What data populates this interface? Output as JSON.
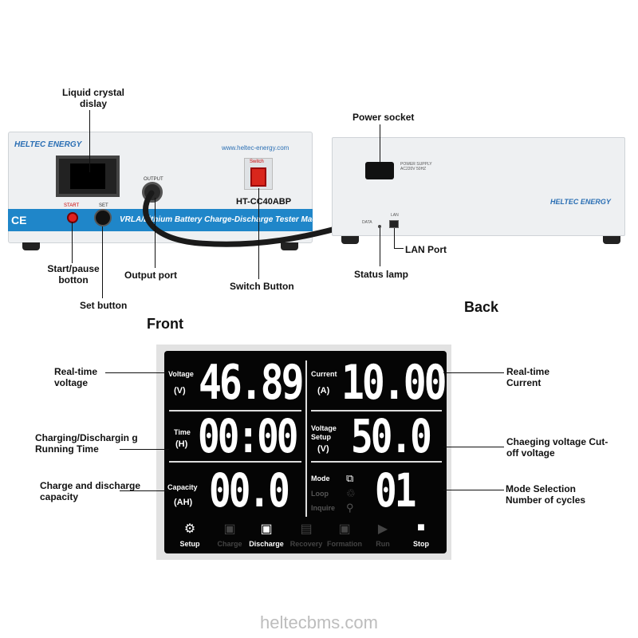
{
  "headings": {
    "front": "Front",
    "back": "Back"
  },
  "front_device": {
    "logo": "HELTEC ENERGY",
    "url": "www.heltec-energy.com",
    "output_label": "OUTPUT",
    "switch_label": "Switch",
    "model": "HT-CC40ABP",
    "start_label": "START",
    "set_label": "SET",
    "ce_mark": "CE",
    "band_text": "VRLA/Lithium Battery Charge-Discharge Tester Machine"
  },
  "back_device": {
    "socket_text": "POWER SUPPLY AC220V 50HZ",
    "logo": "HELTEC ENERGY",
    "data_label": "DATA",
    "lan_label": "LAN"
  },
  "front_callouts": {
    "lcd": "Liquid crystal dislay",
    "start_pause": "Start/pause botton",
    "output_port": "Output port",
    "set_button": "Set button",
    "switch_button": "Switch Button"
  },
  "back_callouts": {
    "power_socket": "Power socket",
    "lan_port": "LAN Port",
    "status_lamp": "Status lamp"
  },
  "panel_callouts": {
    "voltage": "Real-time voltage",
    "time": "Charging/Dischargin g Running Time",
    "capacity": "Charge and discharge capacity",
    "current": "Real-time Current",
    "cutoff": "Chaeging voltage Cut-off voltage",
    "mode": "Mode Selection Number of cycles"
  },
  "panel": {
    "voltage": {
      "label": "Voltage",
      "unit": "(V)",
      "value": "46.89"
    },
    "current": {
      "label": "Current",
      "unit": "(A)",
      "value": "10.00"
    },
    "time": {
      "label": "Time",
      "unit": "(H)",
      "value": "00:00"
    },
    "voltage_setup": {
      "label": "Voltage Setup",
      "unit": "(V)",
      "value": "50.0"
    },
    "capacity": {
      "label": "Capacity",
      "unit": "(AH)",
      "value": "00.0"
    },
    "mode": {
      "label": "Mode",
      "loop": "Loop",
      "inquire": "Inquire",
      "value": "01"
    },
    "bar": {
      "setup": "Setup",
      "charge": "Charge",
      "discharge": "Discharge",
      "recovery": "Recovery",
      "formation": "Formation",
      "run": "Run",
      "stop": "Stop"
    }
  },
  "footer": "heltecbms.com",
  "colors": {
    "brand_blue": "#1f86c9",
    "lcd_bg": "#050505",
    "switch_red": "#d9261c"
  }
}
